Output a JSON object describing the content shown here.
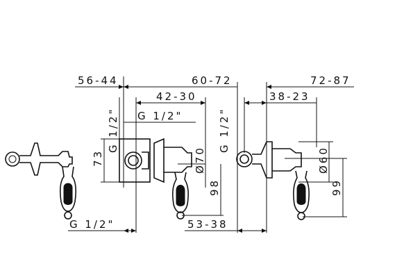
{
  "diagram": {
    "dimensions": {
      "top_left": "56-44",
      "top_mid": "60-72",
      "inner_mid": "42-30",
      "top_right": "72-87",
      "inner_right": "38-23",
      "thread_horizontal": "G 1/2\"",
      "thread_vertical_left": "G 1/2\"",
      "thread_vertical_right": "G 1/2\"",
      "thread_bottom": "G 1/2\"",
      "height_73": "73",
      "diameter_70": "Ø70",
      "height_98": "98",
      "bottom_mid": "53-38",
      "diameter_60": "Ø60",
      "height_99": "99"
    }
  }
}
